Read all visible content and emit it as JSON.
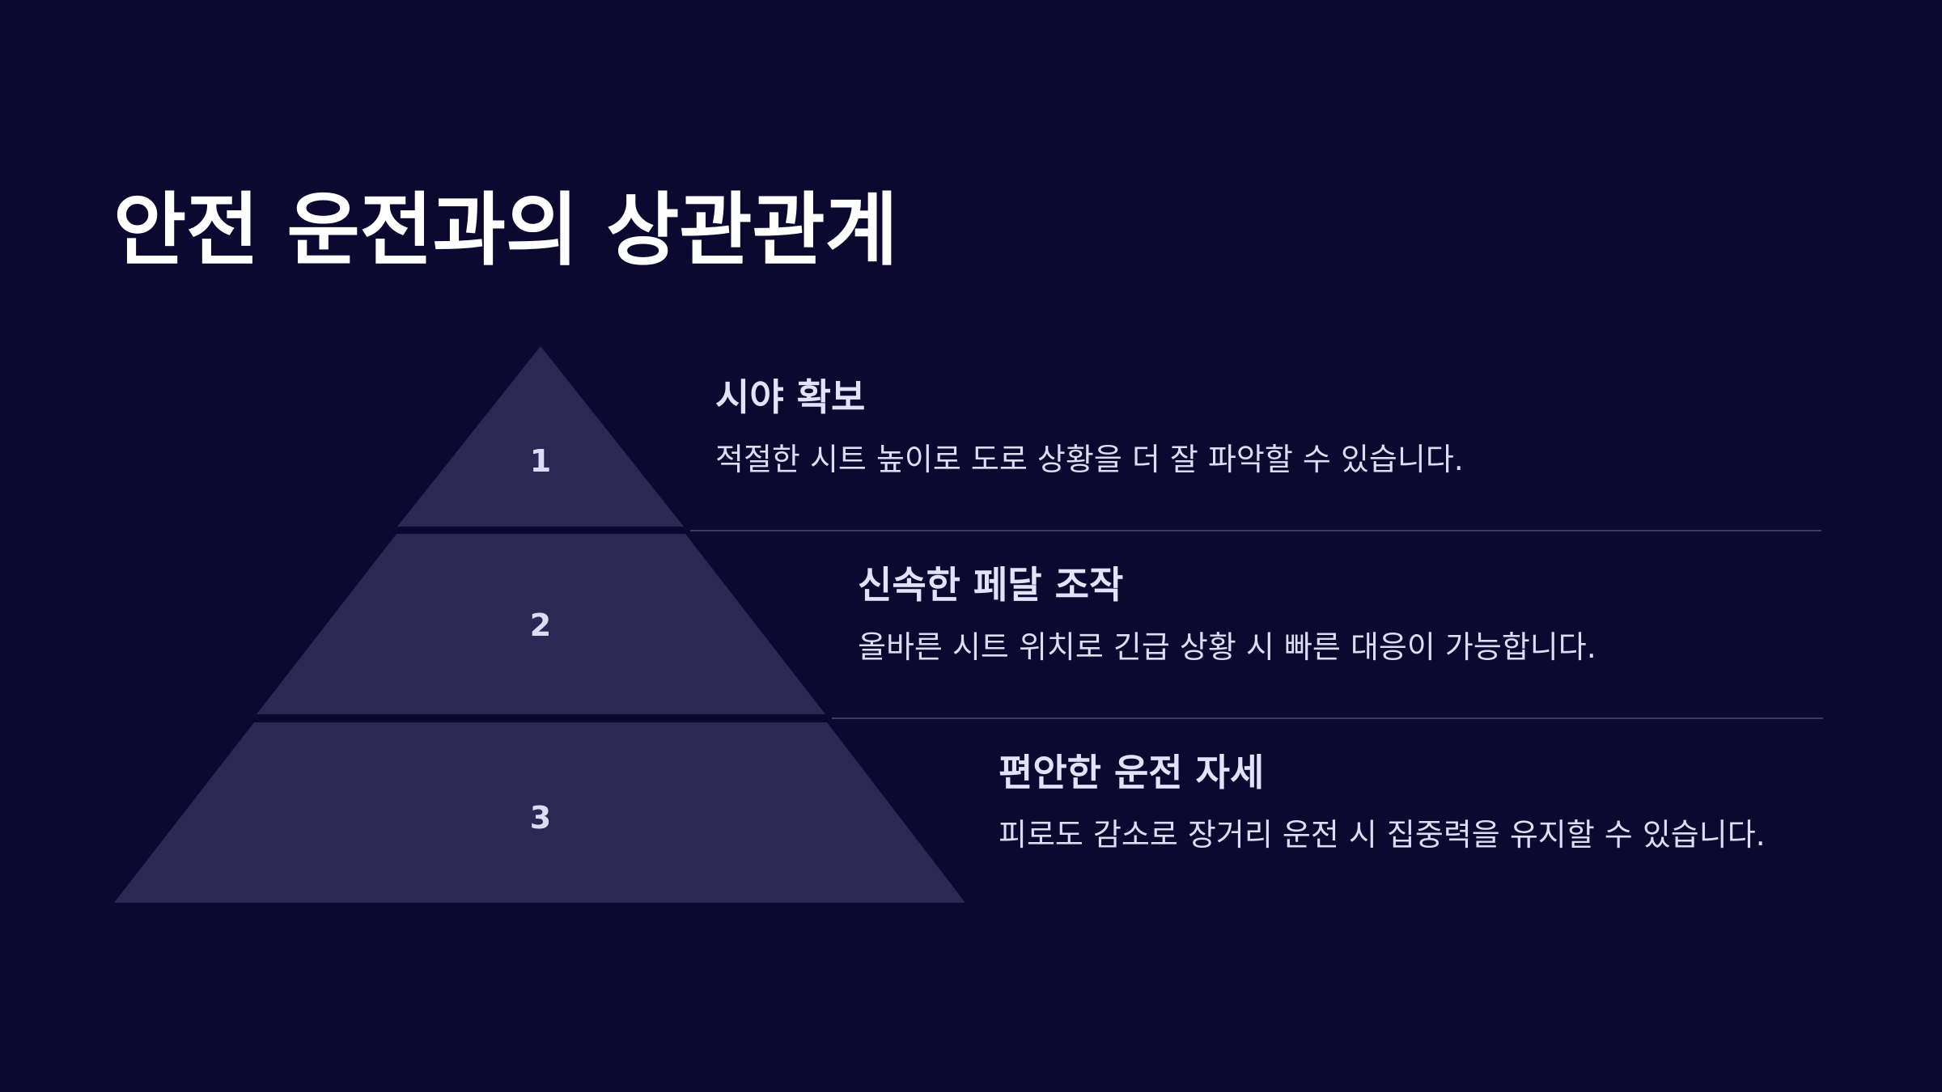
{
  "slide": {
    "title": "안전 운전과의 상관관계"
  },
  "pyramid": {
    "tiers": [
      {
        "number": "1",
        "heading": "시야 확보",
        "description": "적절한 시트 높이로 도로 상황을 더 잘 파악할 수 있습니다."
      },
      {
        "number": "2",
        "heading": "신속한 페달 조작",
        "description": "올바른 시트 위치로 긴급 상황 시 빠른 대응이 가능합니다."
      },
      {
        "number": "3",
        "heading": "편안한 운전 자세",
        "description": "피로도 감소로 장거리 운전 시 집중력을 유지할 수 있습니다."
      }
    ]
  },
  "colors": {
    "background": "#0b0930",
    "tier_fill": "#2b2954",
    "divider": "#3c3a68",
    "title_text": "#ffffff",
    "body_text": "#dcdcf2"
  }
}
